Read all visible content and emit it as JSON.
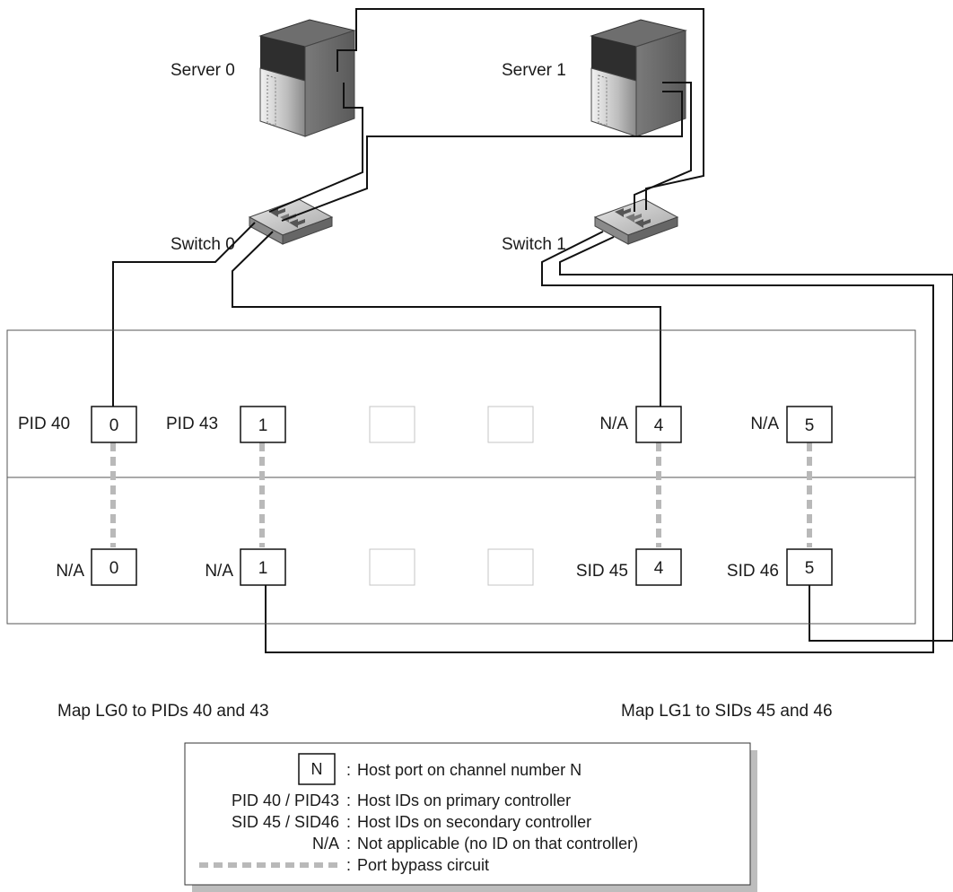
{
  "devices": {
    "server0": {
      "label": "Server 0"
    },
    "server1": {
      "label": "Server 1"
    },
    "switch0": {
      "label": "Switch 0"
    },
    "switch1": {
      "label": "Switch 1"
    }
  },
  "array": {
    "primary_row": {
      "ports": [
        {
          "id_label": "PID 40",
          "channel": "0"
        },
        {
          "id_label": "PID 43",
          "channel": "1"
        },
        {
          "id_label": "",
          "channel": ""
        },
        {
          "id_label": "",
          "channel": ""
        },
        {
          "id_label": "N/A",
          "channel": "4"
        },
        {
          "id_label": "N/A",
          "channel": "5"
        }
      ]
    },
    "secondary_row": {
      "ports": [
        {
          "id_label": "N/A",
          "channel": "0"
        },
        {
          "id_label": "N/A",
          "channel": "1"
        },
        {
          "id_label": "",
          "channel": ""
        },
        {
          "id_label": "",
          "channel": ""
        },
        {
          "id_label": "SID 45",
          "channel": "4"
        },
        {
          "id_label": "SID 46",
          "channel": "5"
        }
      ]
    }
  },
  "captions": {
    "left": "Map LG0 to PIDs 40 and 43",
    "right": "Map LG1 to SIDs 45 and 46"
  },
  "legend": {
    "items": [
      {
        "key": "N",
        "sep": ":",
        "text": "Host port on channel number N"
      },
      {
        "key": "PID 40 / PID43",
        "sep": ":",
        "text": "Host IDs on primary controller"
      },
      {
        "key": "SID 45 / SID46",
        "sep": ":",
        "text": "Host IDs on secondary controller"
      },
      {
        "key": "N/A",
        "sep": ":",
        "text": "Not applicable (no ID on that controller)"
      },
      {
        "key": "",
        "sep": ":",
        "text": "Port bypass circuit"
      }
    ]
  },
  "colors": {
    "line": "#111111",
    "bypass": "#b9b9b9",
    "frame": "#555555",
    "empty_port": "#c4c4c4",
    "shadow": "#bdbdbd"
  }
}
